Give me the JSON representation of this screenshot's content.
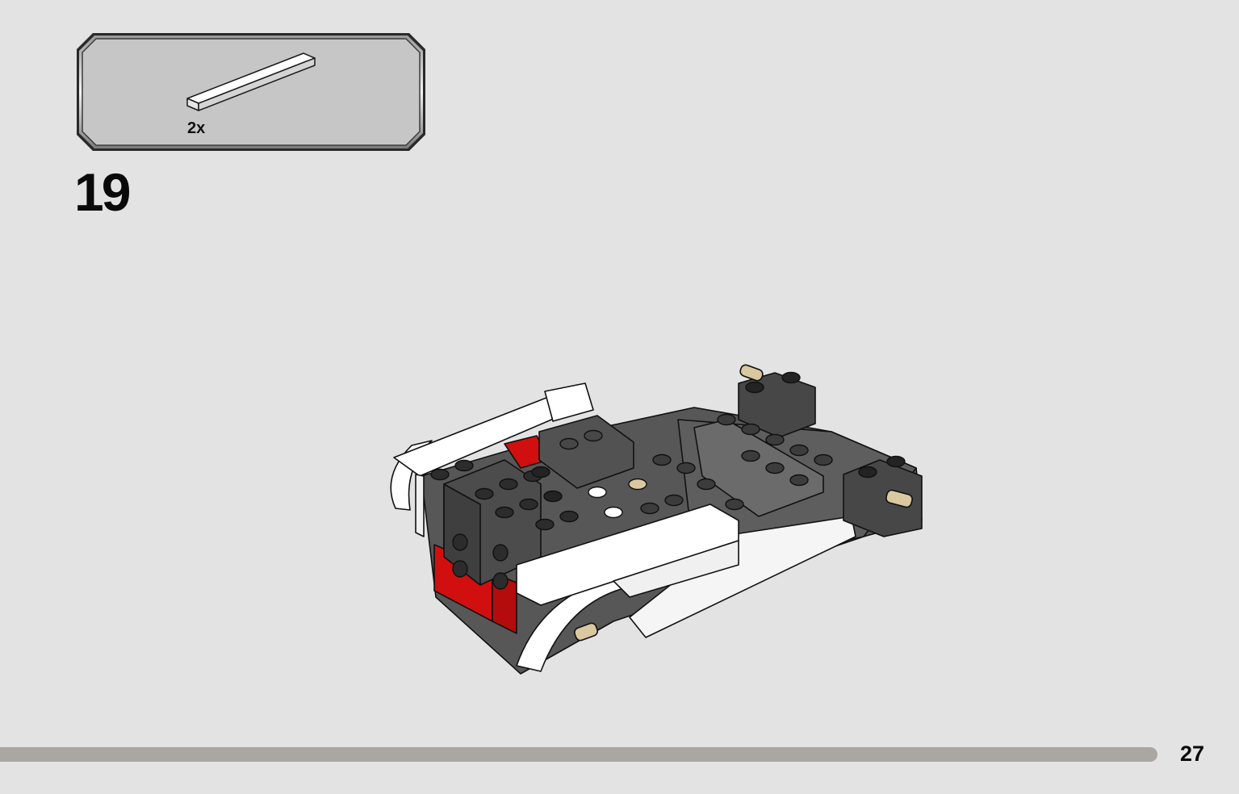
{
  "step": {
    "number": "19",
    "parts": [
      {
        "quantity": "2x",
        "piece_icon": "white-1x4-tile-icon",
        "color": "#ffffff"
      }
    ]
  },
  "page": {
    "number": "27"
  },
  "colors": {
    "background": "#e3e3e3",
    "callout_fill": "#c6c6c6",
    "brick_dark": "#5b5b5b",
    "brick_black": "#232323",
    "brick_white": "#ffffff",
    "brick_red": "#d10f0f",
    "brick_tan": "#d9c8a0",
    "progress_bar": "#aaa6a1"
  }
}
